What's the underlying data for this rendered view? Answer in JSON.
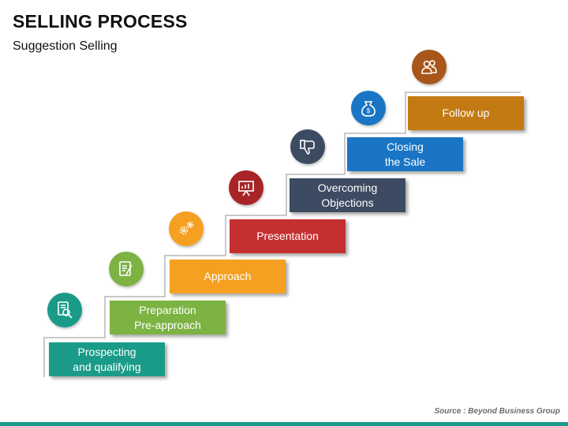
{
  "title": "SELLING PROCESS",
  "subtitle": "Suggestion Selling",
  "steps": [
    {
      "label": "Prospecting\nand qualifying",
      "color": "#1a9b8a",
      "icon": "magnifier-document-icon"
    },
    {
      "label": "Preparation\nPre-approach",
      "color": "#7cb342",
      "icon": "checklist-pencil-icon"
    },
    {
      "label": "Approach",
      "color": "#f5a020",
      "icon": "gears-icon"
    },
    {
      "label": "Presentation",
      "color": "#c62f30",
      "icon": "presentation-board-icon"
    },
    {
      "label": "Overcoming\nObjections",
      "color": "#3d4b62",
      "icon": "thumbs-down-icon"
    },
    {
      "label": "Closing\nthe Sale",
      "color": "#1a75c4",
      "icon": "money-bag-icon"
    },
    {
      "label": "Follow up",
      "color": "#c47a12",
      "icon": "users-icon"
    }
  ],
  "source": "Source : Beyond Business Group"
}
